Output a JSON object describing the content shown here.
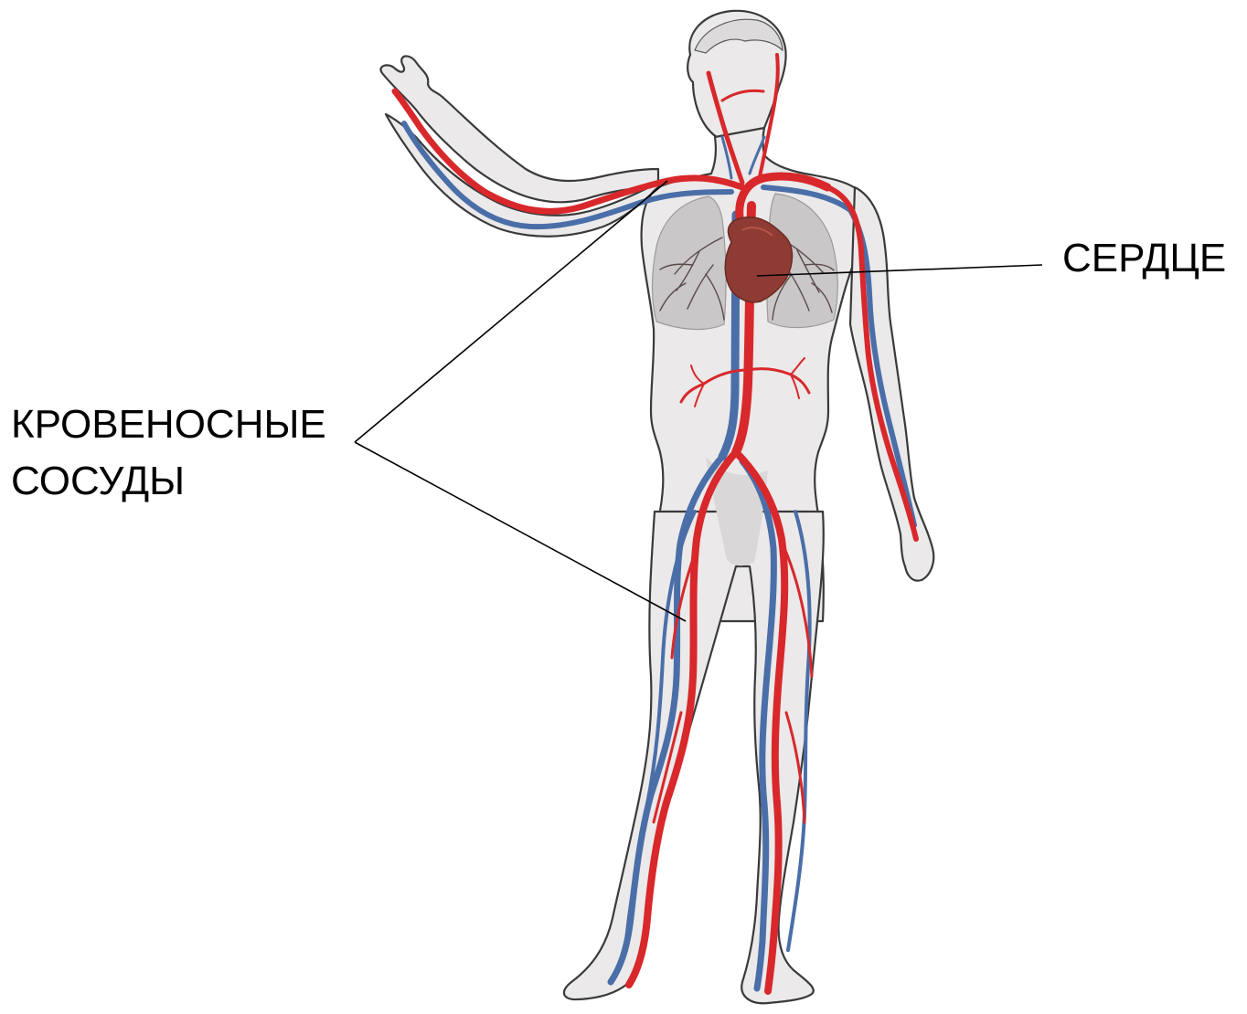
{
  "labels": {
    "heart": "СЕРДЦЕ",
    "vessels_line1": "КРОВЕНОСНЫЕ",
    "vessels_line2": "СОСУДЫ"
  },
  "colors": {
    "artery": "#d8282b",
    "vein": "#4a6ea8",
    "heart": "#8e3b33",
    "body": "#ebe9e9",
    "leader_line": "#000000"
  }
}
